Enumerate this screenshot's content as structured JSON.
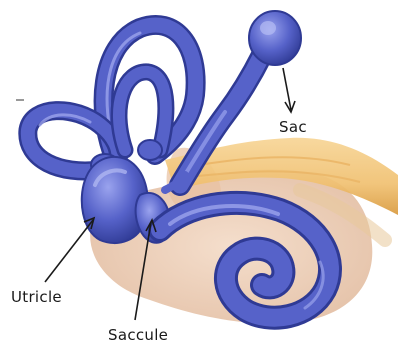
{
  "labels": {
    "sac": "Sac",
    "utricle": "Utricle",
    "saccule": "Saccule"
  },
  "colors": {
    "labyrinth": "#5662c9",
    "labyrinth_dark": "#2f3a94",
    "labyrinth_light": "#8f98e6",
    "tissue": "#e9c3a6",
    "tissue_dark": "#d4a07c",
    "nerve": "#f0c070",
    "nerve_dark": "#d99a3e",
    "annotation": "#1a1a1a"
  }
}
